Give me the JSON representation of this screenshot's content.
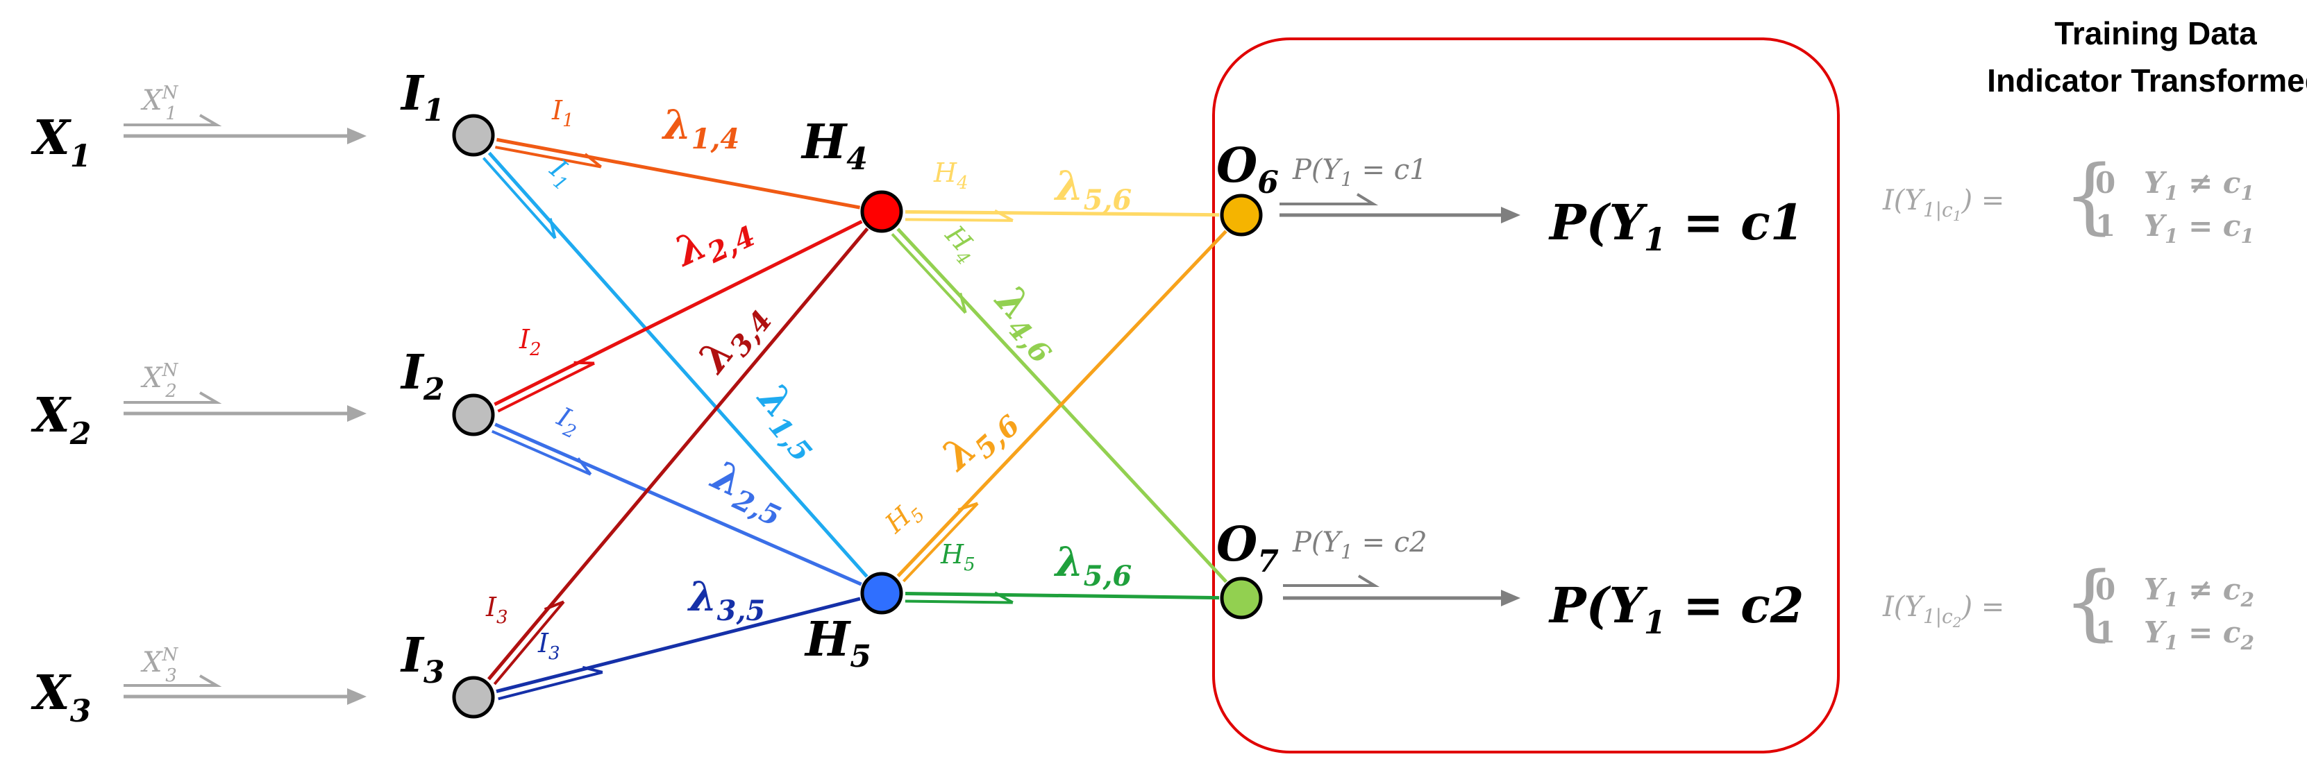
{
  "title": {
    "line1": "Training Data",
    "line2": "Indicator Transformed"
  },
  "inputs": [
    {
      "label": "X",
      "sub": "1",
      "arrow_label": "X",
      "arrow_sup": "N",
      "arrow_sub": "1"
    },
    {
      "label": "X",
      "sub": "2",
      "arrow_label": "X",
      "arrow_sup": "N",
      "arrow_sub": "2"
    },
    {
      "label": "X",
      "sub": "3",
      "arrow_label": "X",
      "arrow_sup": "N",
      "arrow_sub": "3"
    }
  ],
  "nodes": {
    "I1": {
      "label": "I",
      "sub": "1",
      "color": "#bebebe"
    },
    "I2": {
      "label": "I",
      "sub": "2",
      "color": "#bebebe"
    },
    "I3": {
      "label": "I",
      "sub": "3",
      "color": "#bebebe"
    },
    "H4": {
      "label": "H",
      "sub": "4",
      "color": "#ff0000"
    },
    "H5": {
      "label": "H",
      "sub": "5",
      "color": "#2f6fff"
    },
    "O6": {
      "label": "O",
      "sub": "6",
      "color": "#f5b400"
    },
    "O7": {
      "label": "O",
      "sub": "7",
      "color": "#92d050"
    }
  },
  "edges": [
    {
      "id": "e14",
      "from": "I1",
      "to": "H4",
      "color": "#f05a14",
      "weight": "λ",
      "weight_sub": "1,4",
      "signal": "I",
      "signal_sub": "1"
    },
    {
      "id": "e15",
      "from": "I1",
      "to": "H5",
      "color": "#1eaaf0",
      "weight": "λ",
      "weight_sub": "1,5",
      "signal": "I",
      "signal_sub": "1"
    },
    {
      "id": "e24",
      "from": "I2",
      "to": "H4",
      "color": "#e81010",
      "weight": "λ",
      "weight_sub": "2,4",
      "signal": "I",
      "signal_sub": "2"
    },
    {
      "id": "e25",
      "from": "I2",
      "to": "H5",
      "color": "#3a6fe8",
      "weight": "λ",
      "weight_sub": "2,5",
      "signal": "I",
      "signal_sub": "2"
    },
    {
      "id": "e34",
      "from": "I3",
      "to": "H4",
      "color": "#b01010",
      "weight": "λ",
      "weight_sub": "3,4",
      "signal": "I",
      "signal_sub": "3"
    },
    {
      "id": "e35",
      "from": "I3",
      "to": "H5",
      "color": "#1530a8",
      "weight": "λ",
      "weight_sub": "3,5",
      "signal": "I",
      "signal_sub": "3"
    },
    {
      "id": "e46",
      "from": "H4",
      "to": "O6",
      "color": "#ffd966",
      "weight": "λ",
      "weight_sub": "5,6",
      "signal": "H",
      "signal_sub": "4"
    },
    {
      "id": "e47",
      "from": "H4",
      "to": "O7",
      "color": "#92d050",
      "weight": "λ",
      "weight_sub": "4,6",
      "signal": "H",
      "signal_sub": "4"
    },
    {
      "id": "e56",
      "from": "H5",
      "to": "O6",
      "color": "#f7a21b",
      "weight": "λ",
      "weight_sub": "5,6",
      "signal": "H",
      "signal_sub": "5"
    },
    {
      "id": "e57",
      "from": "H5",
      "to": "O7",
      "color": "#1fa03c",
      "weight": "λ",
      "weight_sub": "5,6",
      "signal": "H",
      "signal_sub": "5"
    }
  ],
  "outputs": [
    {
      "node": "O6",
      "arrow_label": "P(Y",
      "arrow_label_sub": "1",
      "arrow_label_rest": " = c",
      "arrow_label_c": "1",
      "result": "P(Y",
      "result_sub": "1",
      "result_rest": " = c",
      "result_c": "1"
    },
    {
      "node": "O7",
      "arrow_label": "P(Y",
      "arrow_label_sub": "1",
      "arrow_label_rest": " = c",
      "arrow_label_c": "2",
      "result": "P(Y",
      "result_sub": "1",
      "result_rest": " = c",
      "result_c": "2"
    }
  ],
  "indicators": [
    {
      "fn": "I(Y",
      "fn_sub": "1|c",
      "fn_subsub": "1",
      "fn_close": ") =",
      "case0_val": "0",
      "case0_cond": "Y",
      "case0_sub": "1",
      "case0_rel": " ≠ c",
      "case0_c": "1",
      "case1_val": "1",
      "case1_cond": "Y",
      "case1_sub": "1",
      "case1_rel": " = c",
      "case1_c": "1"
    },
    {
      "fn": "I(Y",
      "fn_sub": "1|c",
      "fn_subsub": "2",
      "fn_close": ") =",
      "case0_val": "0",
      "case0_cond": "Y",
      "case0_sub": "1",
      "case0_rel": " ≠ c",
      "case0_c": "2",
      "case1_val": "1",
      "case1_cond": "Y",
      "case1_sub": "1",
      "case1_rel": " = c",
      "case1_c": "2"
    }
  ],
  "colors": {
    "gray_text": "#a6a6a6",
    "arrow_gray": "#7f7f7f",
    "frame": "#e00000",
    "black": "#000000"
  }
}
